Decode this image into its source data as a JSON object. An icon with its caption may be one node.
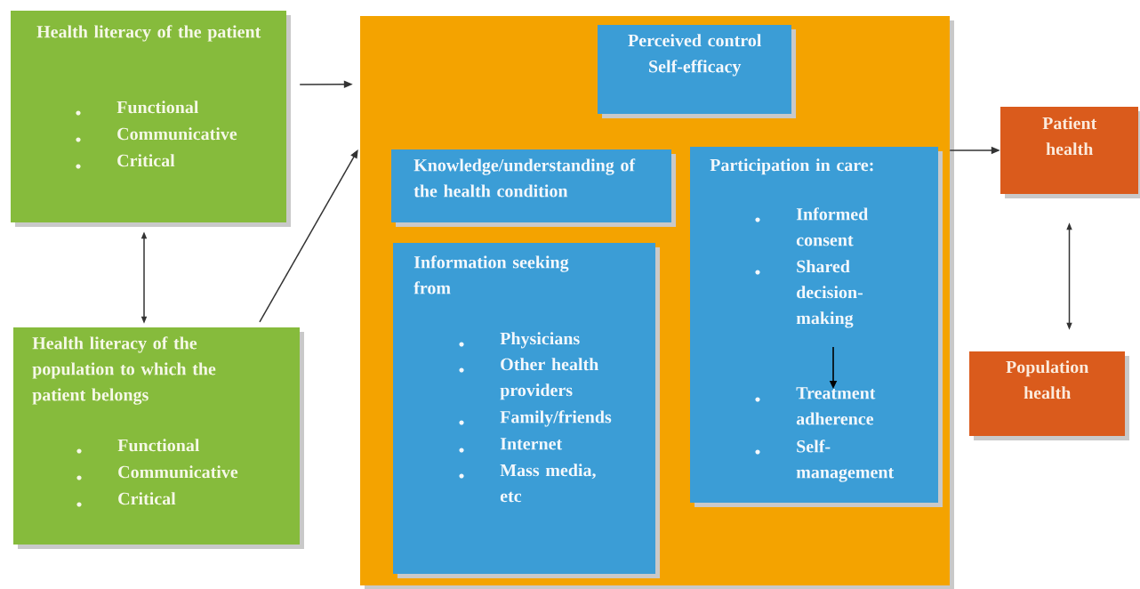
{
  "diagram": {
    "nodes": [
      {
        "text": [
          "Health literacy of the patient",
          "Functional",
          "Communicative",
          "Critical"
        ]
      },
      {
        "text": [
          "Health literacy of the population to which the patient belongs",
          "Functional",
          "Communicative",
          "Critical"
        ]
      },
      {
        "text": [],
        "shape": "box"
      },
      {
        "text": [
          "Perceived control",
          "Self-efficacy"
        ],
        "in": 2
      },
      {
        "text": [
          "Knowledge/understanding of the health condition"
        ],
        "in": 2
      },
      {
        "text": [
          "Information seeking from",
          "Physicians",
          "Other health providers",
          "Family/friends",
          "Internet",
          "Mass media, etc"
        ],
        "in": 2
      },
      {
        "text": [
          "Participation in care:",
          "Informed consent",
          "Shared decision-making",
          "Treatment adherence",
          "Self-management"
        ],
        "in": 2
      },
      {
        "text": [
          "Patient health"
        ]
      },
      {
        "text": [
          "Population health"
        ]
      }
    ],
    "edges": [
      {
        "from": 0,
        "to": 2,
        "arrow": "to"
      },
      {
        "from": 1,
        "to": 2,
        "arrow": "to"
      },
      {
        "from": 0,
        "to": 1,
        "arrow": "both"
      },
      {
        "from": 2,
        "to": 7,
        "arrow": "to"
      },
      {
        "from": 7,
        "to": 8,
        "arrow": "both"
      }
    ]
  }
}
